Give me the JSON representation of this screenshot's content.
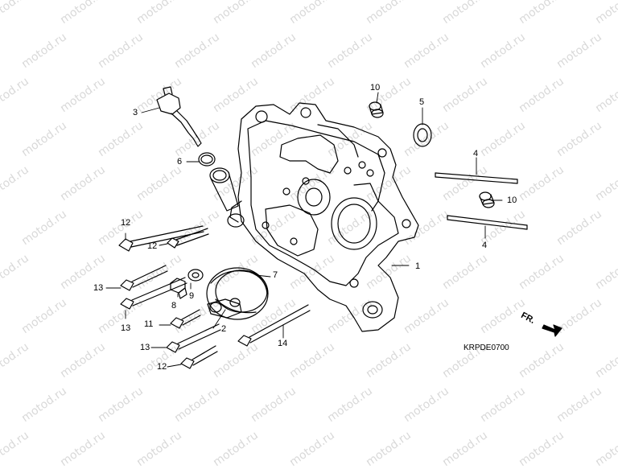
{
  "watermark_text": "motod.ru",
  "diagram_code": "KRPDE0700",
  "front_marker": "FR.",
  "callouts": {
    "c1": "1",
    "c2": "2",
    "c3": "3",
    "c4a": "4",
    "c4b": "4",
    "c5": "5",
    "c6": "6",
    "c7": "7",
    "c8": "8",
    "c9": "9",
    "c10a": "10",
    "c10b": "10",
    "c11": "11",
    "c12a": "12",
    "c12b": "12",
    "c12c": "12",
    "c13a": "13",
    "c13b": "13",
    "c13c": "13",
    "c14": "14"
  },
  "colors": {
    "line": "#000000",
    "watermark": "#d9d9d9",
    "background": "#ffffff"
  }
}
